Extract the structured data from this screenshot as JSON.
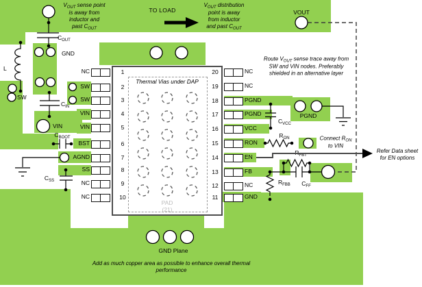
{
  "colors": {
    "copper": "#92d050"
  },
  "banner": {
    "sense_note": [
      [
        "V",
        {
          "sub": "OUT"
        },
        " sense point"
      ],
      [
        "is away from"
      ],
      [
        "inductor and"
      ],
      [
        "past C",
        {
          "sub": "OUT"
        }
      ]
    ],
    "to_load": "TO LOAD",
    "dist_note": [
      [
        "V",
        {
          "sub": "OUT"
        },
        " distribution"
      ],
      [
        "point is away"
      ],
      [
        "from inductor"
      ],
      [
        "and past C",
        {
          "sub": "OUT"
        }
      ]
    ],
    "vout_label": "VOUT"
  },
  "left": {
    "l_label": "L",
    "sw_label": "SW",
    "gnd_label": "GND",
    "vin_label": "VIN",
    "cout": [
      "C",
      {
        "sub": "OUT"
      }
    ],
    "cin": [
      "C",
      {
        "sub": "IN"
      }
    ],
    "cboot": [
      "C",
      {
        "sub": "BOOT"
      }
    ],
    "css": [
      "C",
      {
        "sub": "SS"
      }
    ]
  },
  "chip": {
    "dap_note": "Thermal Vias under DAP",
    "pad_label": "PAD",
    "pad_num": "(21)"
  },
  "pins": {
    "left": [
      {
        "num": "1",
        "label": "NC"
      },
      {
        "num": "2",
        "label": "SW"
      },
      {
        "num": "3",
        "label": "SW"
      },
      {
        "num": "4",
        "label": "VIN"
      },
      {
        "num": "5",
        "label": "VIN"
      },
      {
        "num": "6",
        "label": "BST"
      },
      {
        "num": "7",
        "label": "AGND"
      },
      {
        "num": "8",
        "label": "SS"
      },
      {
        "num": "9",
        "label": "NC"
      },
      {
        "num": "10",
        "label": "NC"
      }
    ],
    "right": [
      {
        "num": "20",
        "label": "NC"
      },
      {
        "num": "19",
        "label": "NC"
      },
      {
        "num": "18",
        "label": "PGND"
      },
      {
        "num": "17",
        "label": "PGND"
      },
      {
        "num": "16",
        "label": "VCC"
      },
      {
        "num": "15",
        "label": "RON"
      },
      {
        "num": "14",
        "label": "EN"
      },
      {
        "num": "13",
        "label": "FB"
      },
      {
        "num": "12",
        "label": "NC"
      },
      {
        "num": "11",
        "label": "GND"
      }
    ]
  },
  "right_area": {
    "route_note": [
      [
        "Route V",
        {
          "sub": "OUT"
        },
        " sense trace away from"
      ],
      [
        "SW and VIN nodes. Preferably"
      ],
      [
        "shielded in an alternative layer"
      ]
    ],
    "pgnd_label": "PGND",
    "cvcc": [
      "C",
      {
        "sub": "VCC"
      }
    ],
    "ron": [
      "R",
      {
        "sub": "ON"
      }
    ],
    "connect_note": [
      [
        "Connect R",
        {
          "sub": "ON"
        }
      ],
      [
        "to VIN"
      ]
    ],
    "refer_note": [
      [
        "Refer Data sheet"
      ],
      [
        "for EN options"
      ]
    ],
    "rfbt": [
      "R",
      {
        "sub": "FBT"
      }
    ],
    "rfbb": [
      "R",
      {
        "sub": "FBB"
      }
    ],
    "cff": [
      "C",
      {
        "sub": "FF"
      }
    ]
  },
  "bottom": {
    "gnd_plane": "GND Plane",
    "thermal_note": [
      [
        "Add as much copper area as possible to enhance overall thermal"
      ],
      [
        "performance"
      ]
    ]
  }
}
